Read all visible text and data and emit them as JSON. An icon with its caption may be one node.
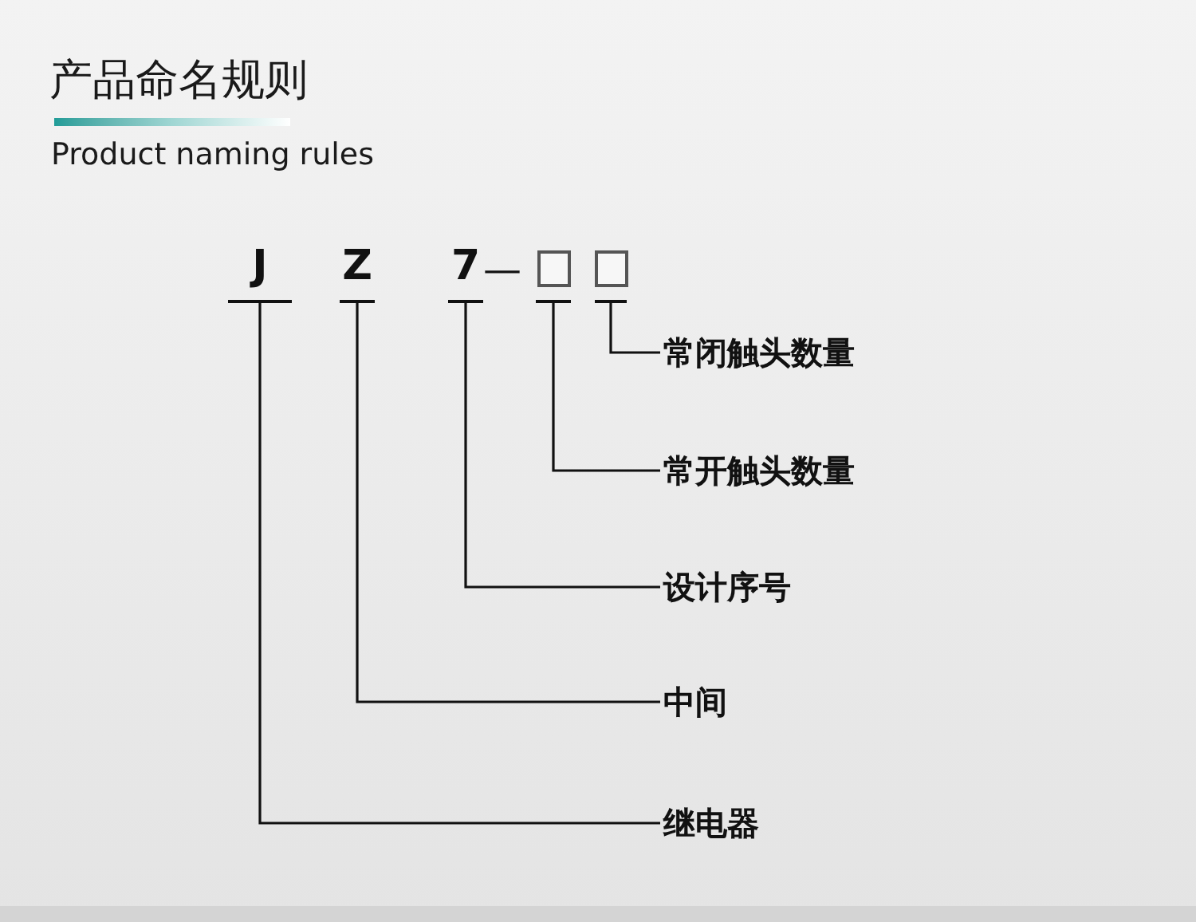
{
  "diagram": {
    "title": "产品命名规则",
    "nodes": [
      {
        "text": [
          "J"
        ]
      },
      {
        "text": [
          "Z"
        ]
      },
      {
        "text": [
          "7"
        ]
      },
      {
        "text": [],
        "shape": "box"
      },
      {
        "text": [],
        "shape": "box"
      },
      {
        "text": [
          "常闭触头数量"
        ]
      },
      {
        "text": [
          "常开触头数量"
        ]
      },
      {
        "text": [
          "设计序号"
        ]
      },
      {
        "text": [
          "中间"
        ]
      },
      {
        "text": [
          "继电器"
        ]
      }
    ],
    "edges": [
      {
        "from": 4,
        "to": 5,
        "arrow": "none"
      },
      {
        "from": 3,
        "to": 6,
        "arrow": "none"
      },
      {
        "from": 2,
        "to": 7,
        "arrow": "none"
      },
      {
        "from": 1,
        "to": 8,
        "arrow": "none"
      },
      {
        "from": 0,
        "to": 9,
        "arrow": "none"
      }
    ],
    "labels": [
      "Product naming rules",
      "—"
    ]
  }
}
